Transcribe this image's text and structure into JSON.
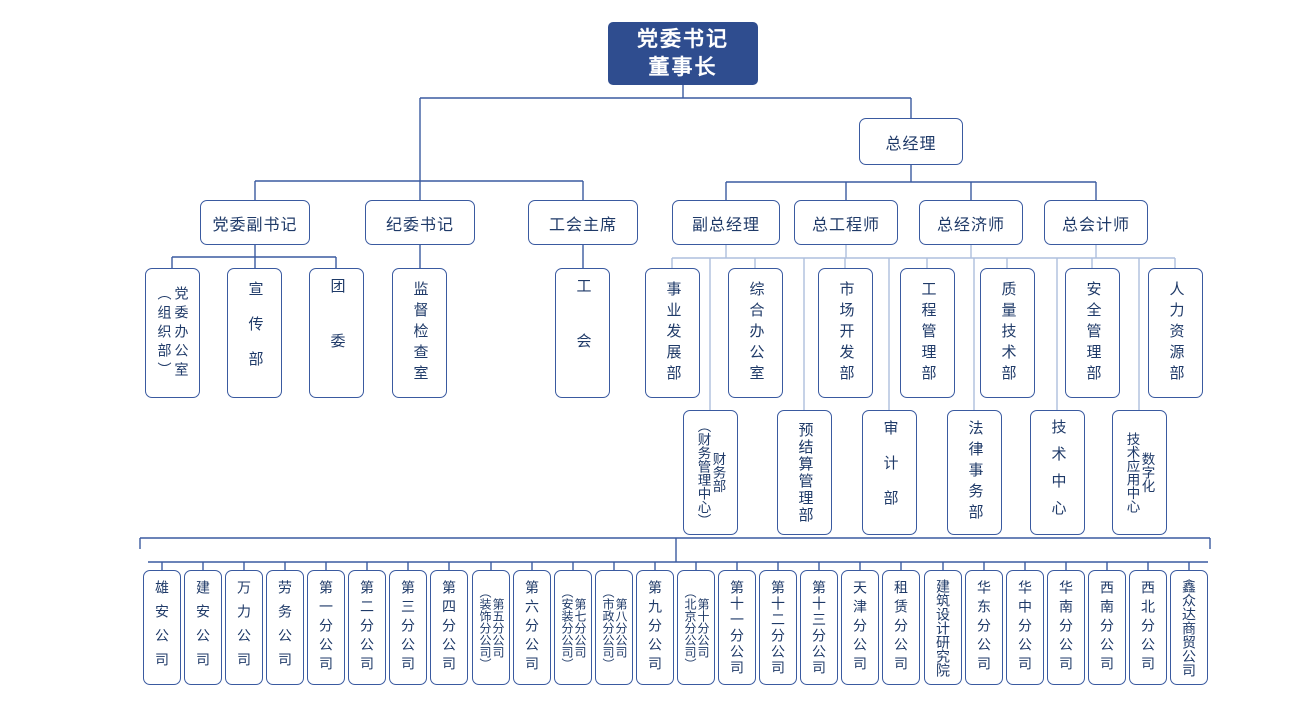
{
  "org": {
    "root": "党委书记\n董事长",
    "general_manager": "总经理",
    "party_line": [
      "党委副书记",
      "纪委书记",
      "工会主席"
    ],
    "management": [
      "副总经理",
      "总工程师",
      "总经济师",
      "总会计师"
    ],
    "party_departments": [
      "党委办公室\n（组织部）",
      "宣传部",
      "团委",
      "监督检查室",
      "工会"
    ],
    "departments": [
      "事业发展部",
      "综合办公室",
      "市场开发部",
      "工程管理部",
      "质量技术部",
      "安全管理部",
      "人力资源部"
    ],
    "sub_departments": [
      "财务部\n（财务管理中心）",
      "预结算管理部",
      "审计部",
      "法律事务部",
      "技术中心",
      "数字化\n技术应用中心"
    ],
    "companies": [
      "雄安公司",
      "建安公司",
      "万力公司",
      "劳务公司",
      "第一分公司",
      "第二分公司",
      "第三分公司",
      "第四分公司",
      "第五分公司\n（装饰分公司）",
      "第六分公司",
      "第七分公司\n（安装分公司）",
      "第八分公司\n（市政分公司）",
      "第九分公司",
      "第十分公司\n（北京分公司）",
      "第十一分公司",
      "第十二分公司",
      "第十三分公司",
      "天津分公司",
      "租赁分公司",
      "建筑设计研究院",
      "华东分公司",
      "华中分公司",
      "华南分公司",
      "西南分公司",
      "西北分公司",
      "鑫众达商贸公司"
    ]
  },
  "colors": {
    "accent": "#3a5aa0",
    "root-fill": "#2f4d8f",
    "text": "#1f3a68",
    "light-line": "#aebfdd"
  }
}
